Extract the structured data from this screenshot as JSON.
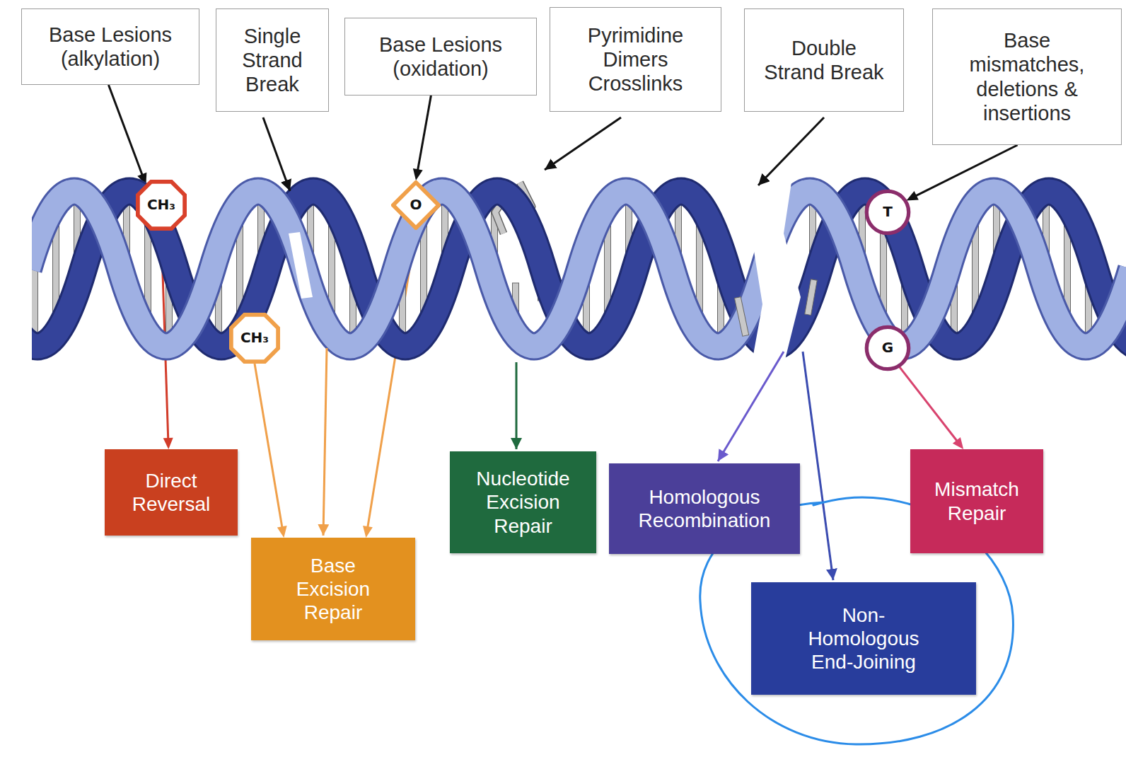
{
  "diagram": {
    "nodes": [
      {
        "text": [
          "Base Lesions (alkylation)"
        ]
      },
      {
        "text": [
          "Single Strand Break"
        ]
      },
      {
        "text": [
          "Base Lesions (oxidation)"
        ]
      },
      {
        "text": [
          "Pyrimidine Dimers Crosslinks"
        ]
      },
      {
        "text": [
          "Double Strand Break"
        ]
      },
      {
        "text": [
          "Base mismatches, deletions & insertions"
        ]
      },
      {
        "text": [
          "CH₃"
        ]
      },
      {
        "text": [
          "CH₃"
        ]
      },
      {
        "text": [
          "O"
        ]
      },
      {
        "text": [
          "T"
        ]
      },
      {
        "text": [
          "G"
        ]
      },
      {
        "text": [
          "Direct Reversal"
        ]
      },
      {
        "text": [
          "Base Excision Repair"
        ]
      },
      {
        "text": [
          "Nucleotide Excision Repair"
        ]
      },
      {
        "text": [
          "Homologous Recombination"
        ]
      },
      {
        "text": [
          "Mismatch Repair"
        ]
      },
      {
        "text": [
          "Non-Homologous End-Joining"
        ]
      }
    ],
    "edges": [
      {
        "from": 0,
        "to": 6,
        "arrow": "to"
      },
      {
        "from": 2,
        "to": 8,
        "arrow": "to"
      },
      {
        "from": 5,
        "to": 9,
        "arrow": "to"
      },
      {
        "from": 6,
        "to": 11,
        "arrow": "to"
      },
      {
        "from": 7,
        "to": 12,
        "arrow": "to"
      },
      {
        "from": 8,
        "to": 12,
        "arrow": "to"
      },
      {
        "from": 10,
        "to": 15,
        "arrow": "to"
      }
    ]
  }
}
